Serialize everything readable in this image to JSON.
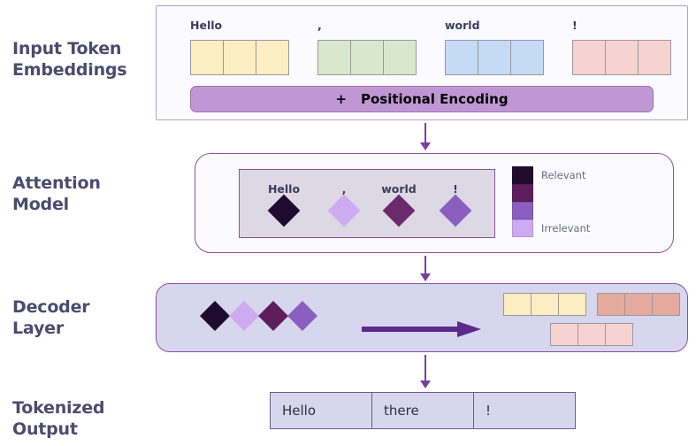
{
  "sections": {
    "input": {
      "label": "Input Token\nEmbeddings"
    },
    "attention": {
      "label": "Attention\nModel"
    },
    "decoder": {
      "label": "Decoder\nLayer"
    },
    "output": {
      "label": "Tokenized Output"
    }
  },
  "input_panel": {
    "tokens": [
      {
        "label": "Hello",
        "color": "#fbeec2",
        "cells": 3
      },
      {
        "label": ",",
        "color": "#d9e8cd",
        "cells": 3
      },
      {
        "label": "world",
        "color": "#c4daf5",
        "cells": 3
      },
      {
        "label": "!",
        "color": "#f6d3d1",
        "cells": 3
      }
    ],
    "positional_encoding": {
      "plus": "+",
      "label": "Positional Encoding",
      "color": "#c196d4"
    }
  },
  "attention_panel": {
    "tokens": [
      {
        "label": "Hello",
        "color": "#1f0b2e"
      },
      {
        "label": ",",
        "color": "#cdaaf2"
      },
      {
        "label": "world",
        "color": "#6b2a6b"
      },
      {
        "label": "!",
        "color": "#8a5fc0"
      }
    ],
    "legend": {
      "top_label": "Relevant",
      "bottom_label": "Irrelevant",
      "swatches": [
        "#1f0b2e",
        "#5c1f5c",
        "#8a5fc0",
        "#cdaaf2"
      ]
    }
  },
  "decoder_panel": {
    "diamonds": [
      "#1f0b2e",
      "#cdaaf2",
      "#5c1f5c",
      "#8a5fc0"
    ],
    "arrow_color": "#5b2a8a",
    "output_groups": [
      {
        "color": "#fbeec2",
        "cells": 3
      },
      {
        "color": "#e3aa9d",
        "cells": 3
      },
      {
        "color": "#f6d3d1",
        "cells": 3
      }
    ]
  },
  "output_table": {
    "cells": [
      "Hello",
      "there",
      "!"
    ]
  }
}
